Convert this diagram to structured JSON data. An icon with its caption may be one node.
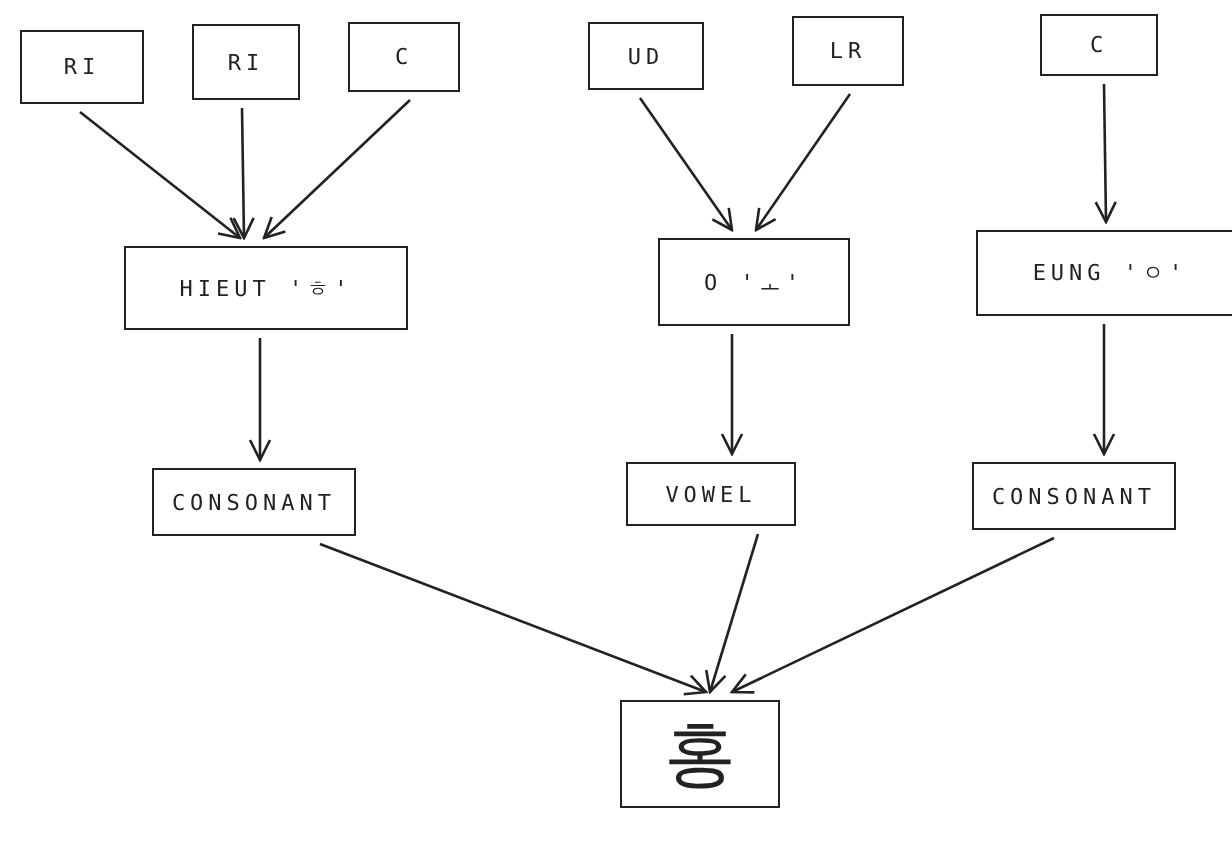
{
  "diagram": {
    "nodes": [
      {
        "text": [
          "RI"
        ]
      },
      {
        "text": [
          "RI"
        ]
      },
      {
        "text": [
          "C"
        ]
      },
      {
        "text": [
          "UD"
        ]
      },
      {
        "text": [
          "LR"
        ]
      },
      {
        "text": [
          "C"
        ]
      },
      {
        "text": [
          "HIEUT 'ㅎ'"
        ]
      },
      {
        "text": [
          "O 'ㅗ'"
        ]
      },
      {
        "text": [
          "EUNG 'ㅇ'"
        ]
      },
      {
        "text": [
          "CONSONANT"
        ]
      },
      {
        "text": [
          "VOWEL"
        ]
      },
      {
        "text": [
          "CONSONANT"
        ]
      },
      {
        "text": [
          "홍"
        ]
      }
    ],
    "edges": [
      {
        "from": 0,
        "to": 6,
        "arrow": "to"
      },
      {
        "from": 1,
        "to": 6,
        "arrow": "to"
      },
      {
        "from": 2,
        "to": 6,
        "arrow": "to"
      },
      {
        "from": 3,
        "to": 7,
        "arrow": "to"
      },
      {
        "from": 4,
        "to": 7,
        "arrow": "to"
      },
      {
        "from": 5,
        "to": 8,
        "arrow": "to"
      },
      {
        "from": 6,
        "to": 9,
        "arrow": "to"
      },
      {
        "from": 7,
        "to": 10,
        "arrow": "to"
      },
      {
        "from": 8,
        "to": 11,
        "arrow": "to"
      },
      {
        "from": 9,
        "to": 12,
        "arrow": "to"
      },
      {
        "from": 10,
        "to": 12,
        "arrow": "to"
      },
      {
        "from": 11,
        "to": 12,
        "arrow": "to"
      }
    ]
  }
}
